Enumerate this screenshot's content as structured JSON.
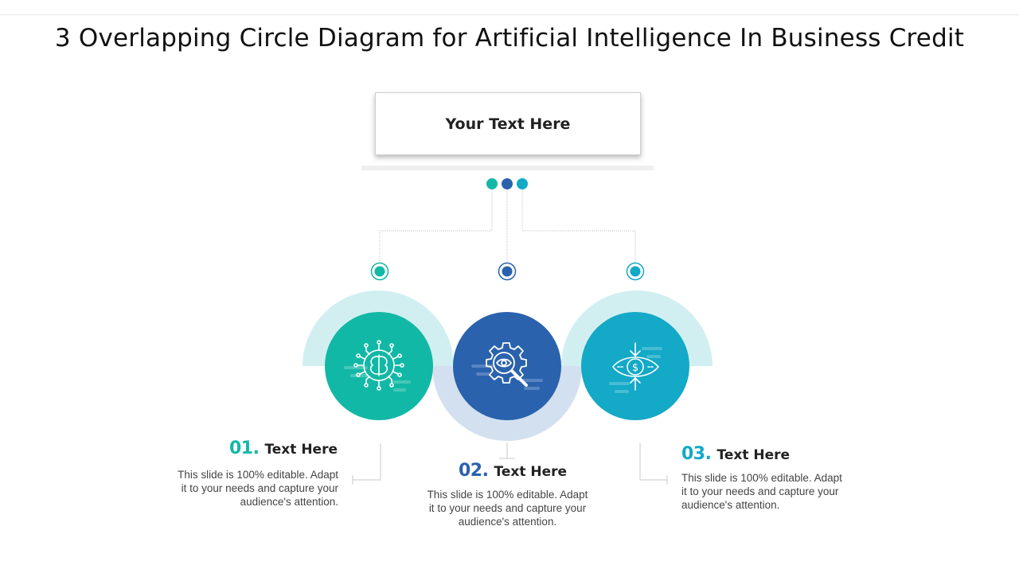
{
  "title": "3 Overlapping Circle Diagram for Artificial Intelligence In Business Credit",
  "header_box": {
    "text": "Your Text Here"
  },
  "colors": {
    "teal": "#12b8a6",
    "navy": "#2a62ad",
    "cyan": "#13a9c7",
    "teal_light": "#d1eff1",
    "navy_light": "#d3e0ef"
  },
  "items": [
    {
      "number": "01.",
      "title": "Text Here",
      "description": [
        "This slide is 100% editable. Adapt",
        "it to your needs and capture your",
        "audience's attention."
      ],
      "icon": "brain-circuit-icon",
      "color": "#12b8a6"
    },
    {
      "number": "02.",
      "title": "Text Here",
      "description": [
        "This slide is 100% editable. Adapt",
        "it to your needs and capture your",
        "audience's attention."
      ],
      "icon": "gear-magnifier-icon",
      "color": "#2a62ad"
    },
    {
      "number": "03.",
      "title": "Text Here",
      "description": [
        "This slide is 100% editable. Adapt",
        "it to your needs and capture your",
        "audience's attention."
      ],
      "icon": "eye-dollar-icon",
      "color": "#13a9c7"
    }
  ]
}
